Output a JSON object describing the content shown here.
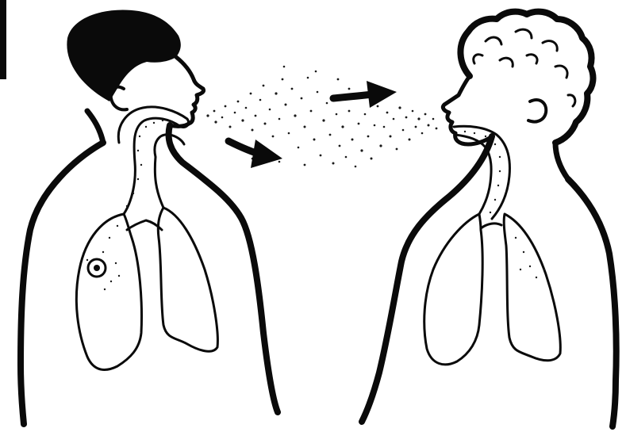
{
  "diagram": {
    "figures": [
      {
        "id": "infected-person",
        "facing": "right"
      },
      {
        "id": "exposed-person",
        "facing": "left"
      }
    ],
    "flow_direction": "left-to-right",
    "arrow_count": 2,
    "colors": {
      "ink": "#0a0a0a",
      "background": "#ffffff",
      "dots": "#1a1a1a"
    },
    "icons": [
      "right-arrow-icon",
      "right-arrow-icon"
    ]
  }
}
